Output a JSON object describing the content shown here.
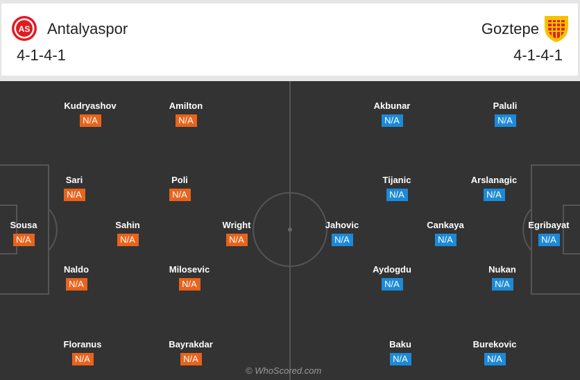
{
  "home": {
    "name": "Antalyaspor",
    "formation": "4-1-4-1",
    "badge_color": "#e11b22",
    "rating_color": "#e8631c",
    "players": [
      {
        "name": "Sousa",
        "rating": "N/A"
      },
      {
        "name": "Kudryashov",
        "rating": "N/A"
      },
      {
        "name": "Sari",
        "rating": "N/A"
      },
      {
        "name": "Naldo",
        "rating": "N/A"
      },
      {
        "name": "Floranus",
        "rating": "N/A"
      },
      {
        "name": "Sahin",
        "rating": "N/A"
      },
      {
        "name": "Amilton",
        "rating": "N/A"
      },
      {
        "name": "Poli",
        "rating": "N/A"
      },
      {
        "name": "Milosevic",
        "rating": "N/A"
      },
      {
        "name": "Bayrakdar",
        "rating": "N/A"
      },
      {
        "name": "Wright",
        "rating": "N/A"
      }
    ]
  },
  "away": {
    "name": "Goztepe",
    "formation": "4-1-4-1",
    "badge_colors": [
      "#f6c200",
      "#e2231a"
    ],
    "rating_color": "#1c8ad8",
    "players": [
      {
        "name": "Egribayat",
        "rating": "N/A"
      },
      {
        "name": "Paluli",
        "rating": "N/A"
      },
      {
        "name": "Arslanagic",
        "rating": "N/A"
      },
      {
        "name": "Nukan",
        "rating": "N/A"
      },
      {
        "name": "Burekovic",
        "rating": "N/A"
      },
      {
        "name": "Cankaya",
        "rating": "N/A"
      },
      {
        "name": "Akbunar",
        "rating": "N/A"
      },
      {
        "name": "Tijanic",
        "rating": "N/A"
      },
      {
        "name": "Aydogdu",
        "rating": "N/A"
      },
      {
        "name": "Baku",
        "rating": "N/A"
      },
      {
        "name": "Jahovic",
        "rating": "N/A"
      }
    ]
  },
  "watermark": "© WhoScored.com",
  "pitch_color": "#333333"
}
